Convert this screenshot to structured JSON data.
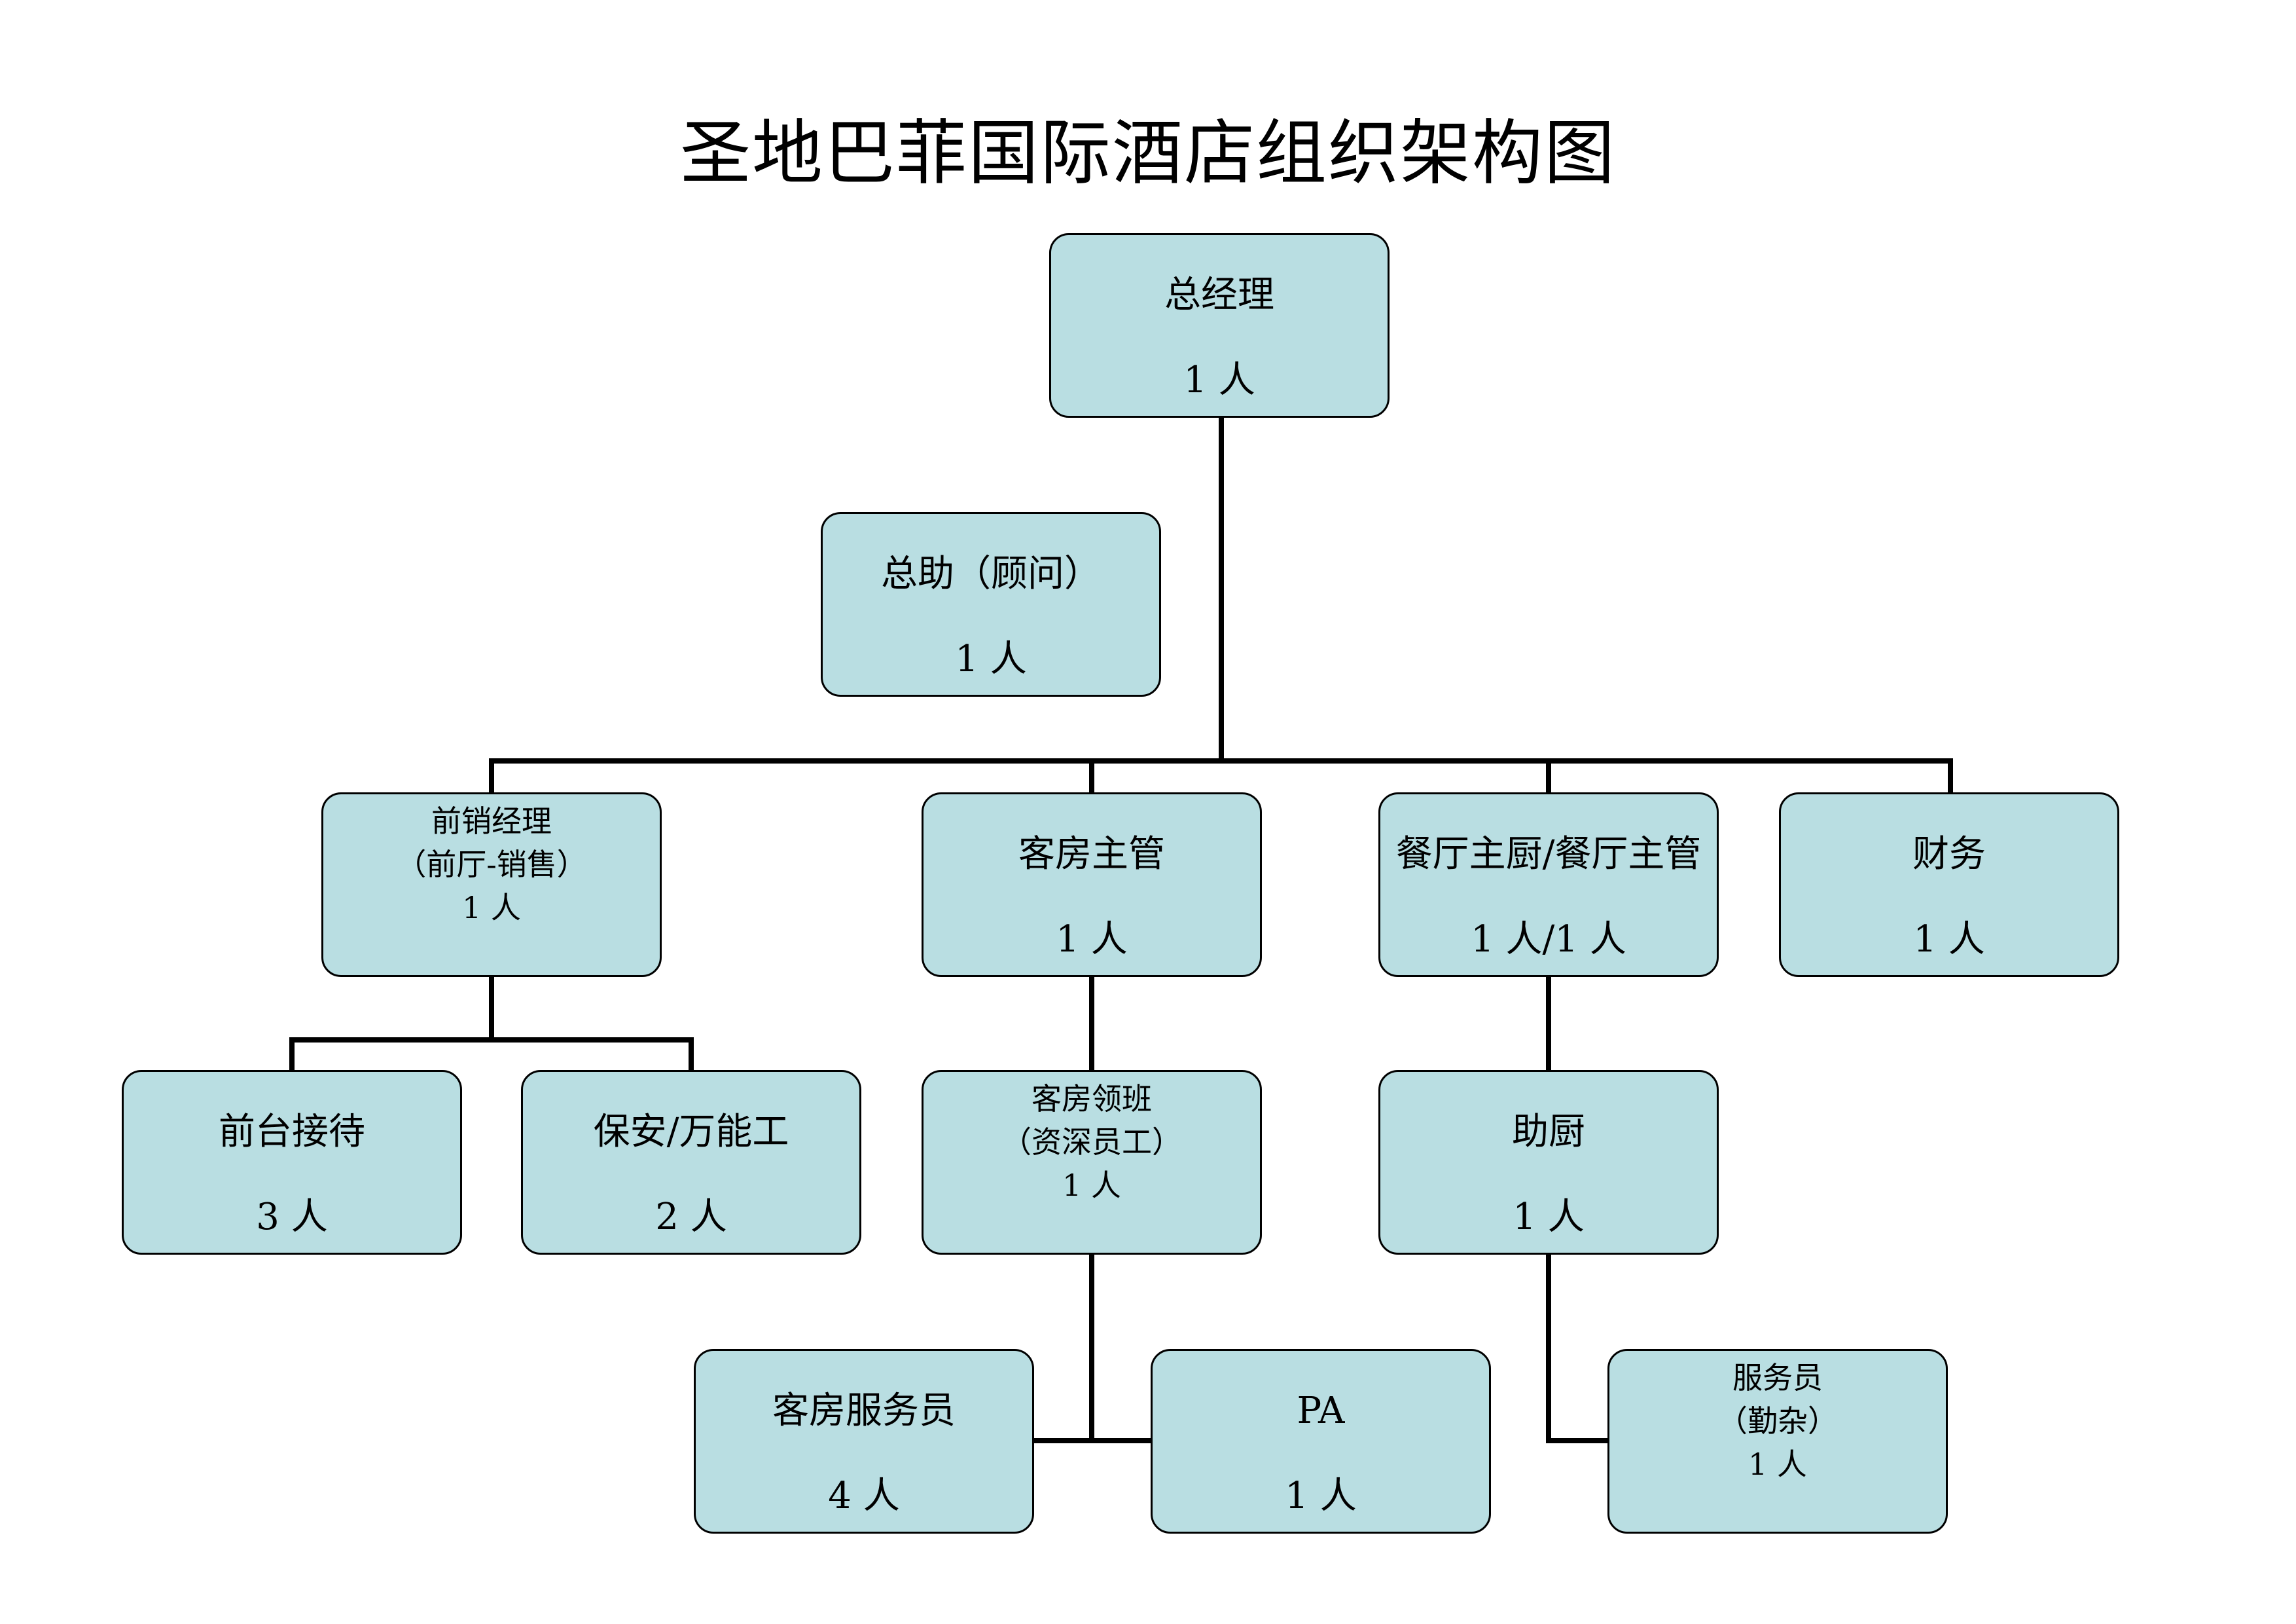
{
  "title": "圣地巴菲国际酒店组织架构图",
  "colors": {
    "box_fill": "#b9dee2",
    "box_border": "#000000",
    "connector": "#000000"
  },
  "nodes": {
    "general_manager": {
      "role": "总经理",
      "count": "1 人"
    },
    "assistant": {
      "role": "总助（顾问）",
      "count": "1 人"
    },
    "sales_manager": {
      "role": "前销经理",
      "sub": "（前厅-销售）",
      "count": "1 人"
    },
    "housekeeping_supervisor": {
      "role": "客房主管",
      "count": "1 人"
    },
    "restaurant_head": {
      "role": "餐厅主厨/餐厅主管",
      "count": "1 人/1 人"
    },
    "finance": {
      "role": "财务",
      "count": "1 人"
    },
    "front_desk": {
      "role": "前台接待",
      "count": "3 人"
    },
    "security": {
      "role": "保安/万能工",
      "count": "2 人"
    },
    "housekeeping_lead": {
      "role": "客房领班",
      "sub": "（资深员工）",
      "count": "1 人"
    },
    "assistant_chef": {
      "role": "助厨",
      "count": "1 人"
    },
    "room_attendant": {
      "role": "客房服务员",
      "count": "4 人"
    },
    "pa": {
      "role": "PA",
      "count": "1 人"
    },
    "waiter": {
      "role": "服务员",
      "sub": "（勤杂）",
      "count": "1 人"
    }
  }
}
